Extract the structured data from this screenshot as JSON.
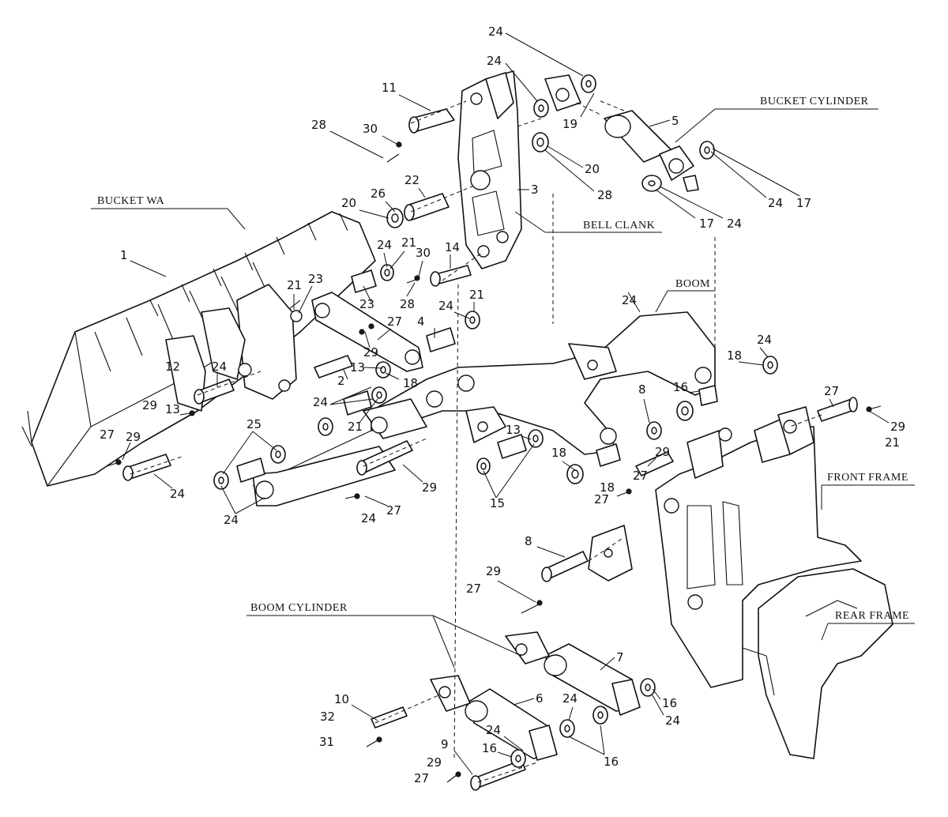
{
  "section_titles": {
    "bucket_wa": "BUCKET WA",
    "bucket_cylinder": "BUCKET CYLINDER",
    "bell_clank": "BELL CLANK",
    "boom": "BOOM",
    "front_frame": "FRONT FRAME",
    "rear_frame": "REAR FRAME",
    "boom_cylinder": "BOOM CYLINDER"
  },
  "callouts": [
    "24",
    "24",
    "19",
    "5",
    "11",
    "28",
    "30",
    "20",
    "28",
    "3",
    "22",
    "26",
    "20",
    "24",
    "17",
    "17",
    "24",
    "1",
    "24",
    "21",
    "30",
    "14",
    "28",
    "21",
    "24",
    "21",
    "23",
    "23",
    "4",
    "27",
    "29",
    "13",
    "24",
    "2",
    "18",
    "24",
    "24",
    "18",
    "16",
    "8",
    "27",
    "29",
    "21",
    "24",
    "21",
    "25",
    "13",
    "12",
    "29",
    "27",
    "24",
    "24",
    "18",
    "15",
    "29",
    "27",
    "18",
    "27",
    "29",
    "13",
    "24",
    "27",
    "29",
    "8",
    "29",
    "27",
    "7",
    "10",
    "32",
    "31",
    "6",
    "24",
    "24",
    "16",
    "9",
    "29",
    "27",
    "16",
    "16",
    "24"
  ]
}
